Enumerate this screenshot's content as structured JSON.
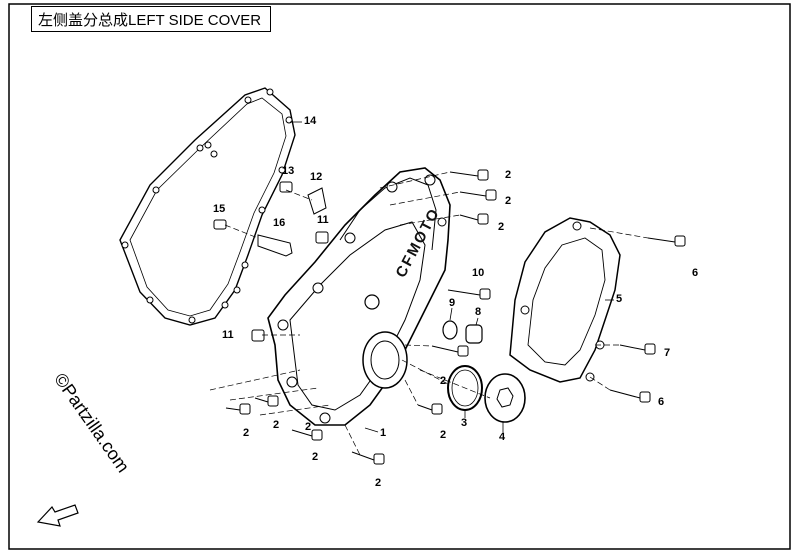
{
  "title": "左侧盖分总成LEFT SIDE COVER",
  "watermark": "©Partzilla.com",
  "brand_text": "CFMOTO",
  "callouts": {
    "c1": "1",
    "c2a": "2",
    "c2b": "2",
    "c2c": "2",
    "c2d": "2",
    "c2e": "2",
    "c2f": "2",
    "c2g": "2",
    "c2h": "2",
    "c2i": "2",
    "c2j": "2",
    "c3": "3",
    "c4": "4",
    "c5": "5",
    "c6a": "6",
    "c6b": "6",
    "c7": "7",
    "c8": "8",
    "c9": "9",
    "c10": "10",
    "c11a": "11",
    "c11b": "11",
    "c12": "12",
    "c13": "13",
    "c14": "14",
    "c15": "15",
    "c16": "16"
  }
}
